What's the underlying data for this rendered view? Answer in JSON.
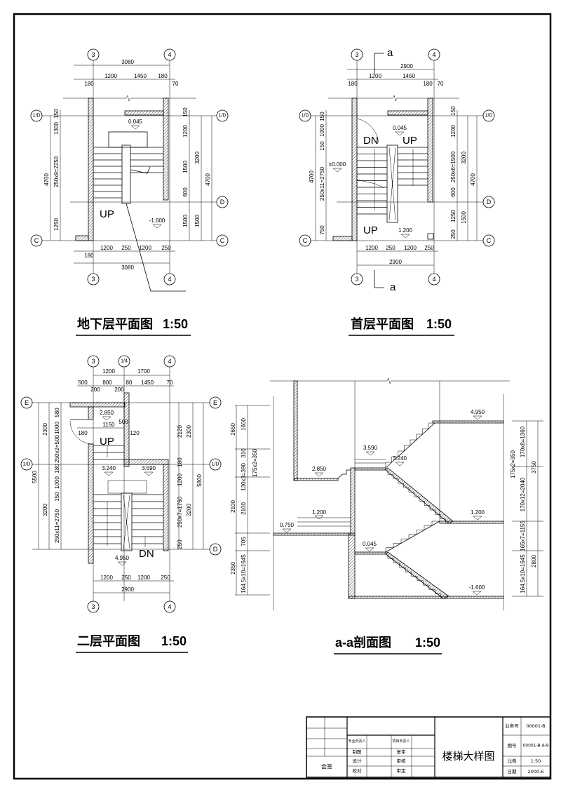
{
  "plan_basement": {
    "title": "地下层平面图",
    "scale": "1:50",
    "axes": {
      "a3": "3",
      "a4": "4",
      "a1d": "1/D",
      "d": "D",
      "c": "C"
    },
    "top_dims": [
      "3080",
      "1200",
      "1450",
      "180",
      "180",
      "70"
    ],
    "left_dims": [
      "4700",
      "250x9=2250",
      "1300",
      "150",
      "1250"
    ],
    "right_dims": [
      "150",
      "1200",
      "1500",
      "600",
      "1500",
      "3200",
      "4700",
      "1500"
    ],
    "bottom_dims": [
      "180",
      "1200",
      "250",
      "1200",
      "250",
      "3080"
    ],
    "elevations": [
      "0.045",
      "-1.600"
    ],
    "up": "UP"
  },
  "plan_ground": {
    "title": "首层平面图",
    "scale": "1:50",
    "section_mark": "a",
    "top_dims": [
      "2900",
      "1200",
      "1450",
      "180",
      "180",
      "70"
    ],
    "left_dims": [
      "4700",
      "250x11=2750",
      "1000",
      "150",
      "150",
      "750"
    ],
    "right_dims": [
      "150",
      "1200",
      "250x6=1500",
      "600",
      "1250",
      "250",
      "3200",
      "4700",
      "1500"
    ],
    "bottom_dims": [
      "1200",
      "250",
      "1200",
      "250",
      "2900"
    ],
    "elevations": [
      "0.045",
      "±0.000",
      "1.200"
    ],
    "dn": "DN",
    "up": "UP"
  },
  "plan_second": {
    "title": "二层平面图",
    "scale": "1:50",
    "axes": {
      "a3": "3",
      "a14": "1/4",
      "a4": "4",
      "e": "E",
      "a1d": "1/D",
      "d": "D"
    },
    "top_dims": [
      "1200",
      "1700",
      "500",
      "200",
      "800",
      "200",
      "80",
      "1450",
      "70"
    ],
    "inner_dims": [
      "1150",
      "500",
      "180",
      "120"
    ],
    "left_dims": [
      "5500",
      "2300",
      "3200",
      "580",
      "1000",
      "250x2=500",
      "180",
      "1000",
      "150",
      "250x11=2750"
    ],
    "right_dims": [
      "2120",
      "2300",
      "180",
      "1200",
      "250x7=1750",
      "3200",
      "5800",
      "250"
    ],
    "bottom_dims": [
      "1200",
      "250",
      "1200",
      "250",
      "2900"
    ],
    "elevations": [
      "2.850",
      "3.240",
      "3.590",
      "4.950"
    ],
    "up": "UP",
    "dn": "DN"
  },
  "section_aa": {
    "title": "a-a剖面图",
    "scale": "1:50",
    "elevations": [
      "4.950",
      "3.590",
      "3.240",
      "2.850",
      "1.200",
      "0.750",
      "1.200",
      "0.045",
      "-1.600"
    ],
    "left_dims": [
      "2650",
      "1600",
      "310",
      "175x2=350",
      "130x3=390",
      "2100",
      "2100",
      "705",
      "2350",
      "164.5x10=1645"
    ],
    "right_dims": [
      "170x8=1360",
      "175x2=350",
      "170x12=2040",
      "3750",
      "165x7=1155",
      "164.5x10=1645",
      "2800"
    ]
  },
  "title_block": {
    "drawing_title": "楼梯大样图",
    "countersign": "会签",
    "left_roles": [
      "专业负责人",
      "制图",
      "设计",
      "校对"
    ],
    "right_roles": [
      "项目负责人",
      "复审",
      "审核",
      "审定"
    ],
    "fields": [
      {
        "label": "业务号",
        "value": "00001-B"
      },
      {
        "label": "图号",
        "value": "00001-B A-9"
      },
      {
        "label": "比例",
        "value": "1:50"
      },
      {
        "label": "日期",
        "value": "2000.6"
      }
    ]
  }
}
